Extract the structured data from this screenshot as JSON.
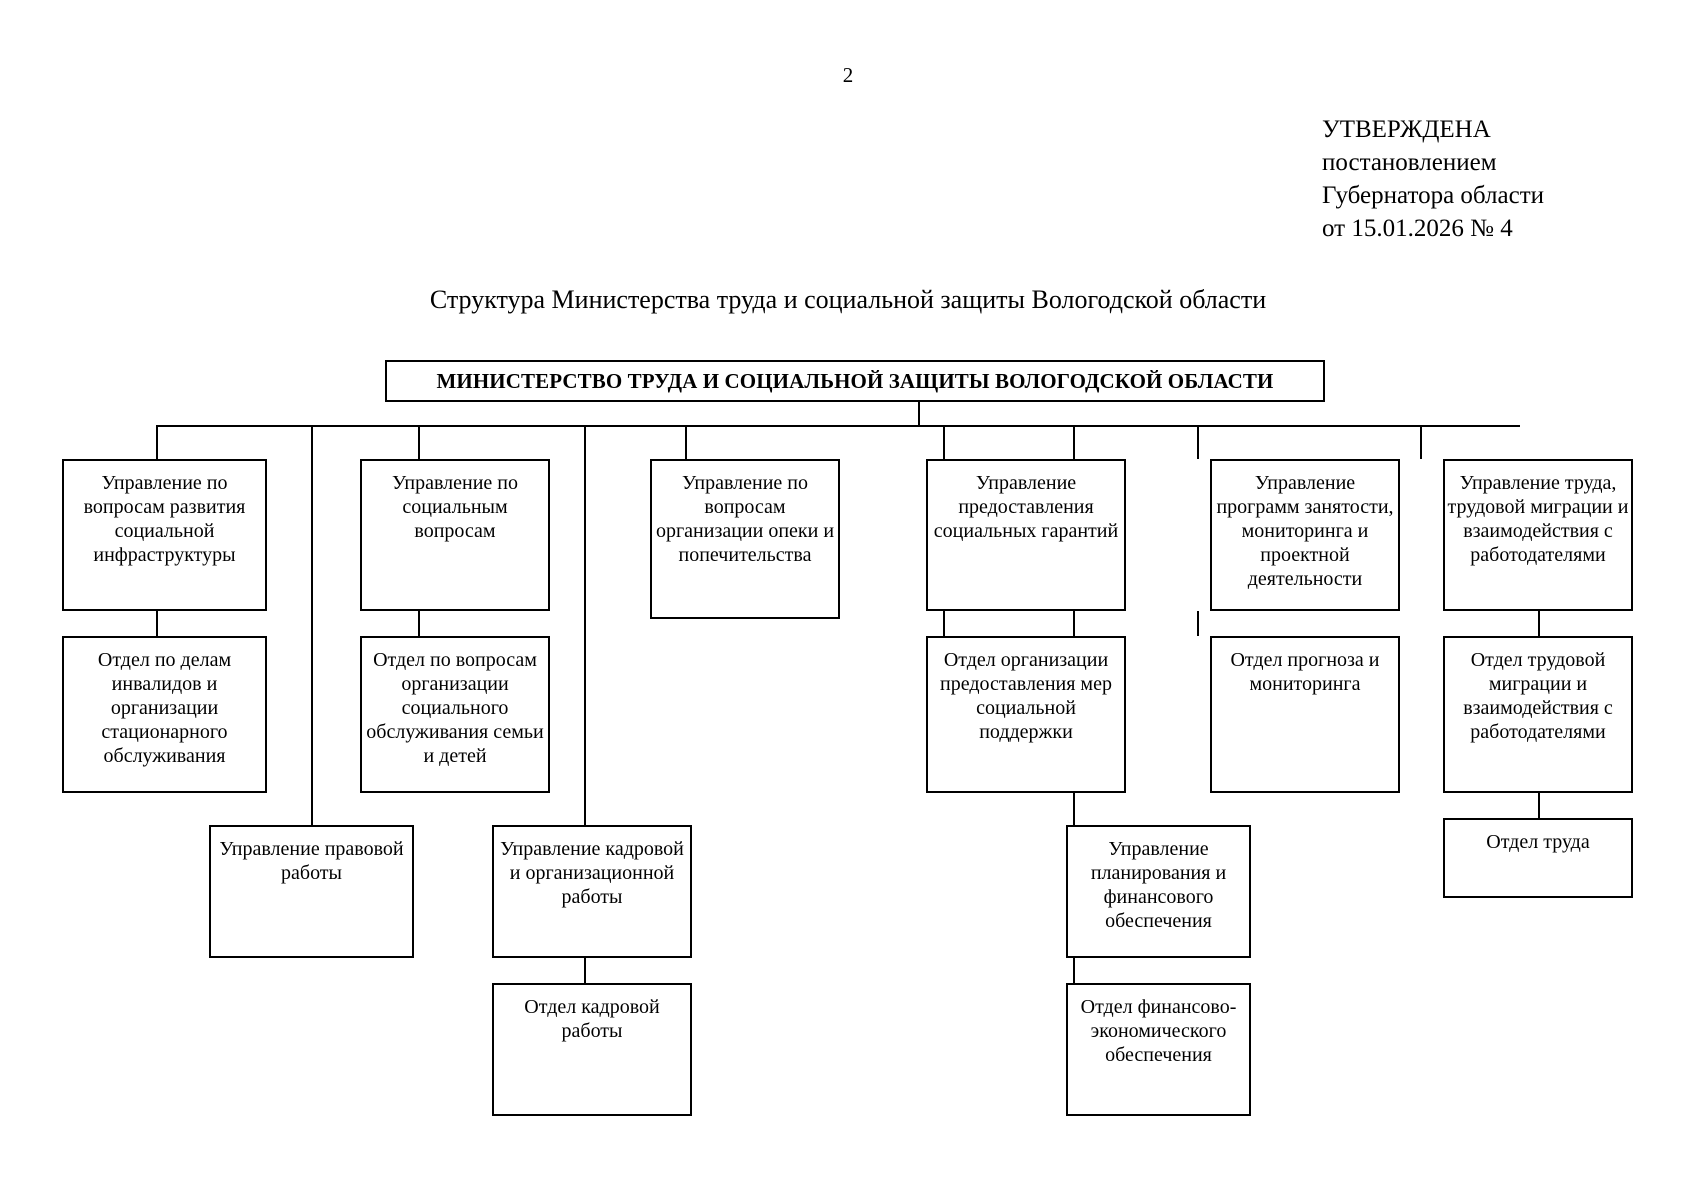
{
  "page": {
    "number": "2"
  },
  "approval": {
    "lines": [
      "УТВЕРЖДЕНА",
      "постановлением",
      "Губернатора области",
      "от 15.01.2026 № 4"
    ]
  },
  "title": "Структура Министерства труда и социальной защиты Вологодской области",
  "chart_data": {
    "type": "diagram",
    "title": "Структура Министерства труда и социальной защиты Вологодской области",
    "root": {
      "label": "МИНИСТЕРСТВО ТРУДА И СОЦИАЛЬНОЙ ЗАЩИТЫ ВОЛОГОДСКОЙ ОБЛАСТИ"
    },
    "columns": [
      {
        "id": "col-1",
        "nodes": [
          "Управление по вопросам развития социальной инфраструктуры",
          "Отдел по делам инвалидов и организации стационарного обслуживания"
        ]
      },
      {
        "id": "col-2",
        "nodes": [
          "Управление правовой работы"
        ]
      },
      {
        "id": "col-3",
        "nodes": [
          "Управление по социальным вопросам",
          "Отдел по вопросам организации социального обслуживания семьи и детей"
        ]
      },
      {
        "id": "col-4",
        "nodes": [
          "Управление кадровой и организационной работы",
          "Отдел кадровой работы"
        ]
      },
      {
        "id": "col-5",
        "nodes": [
          "Управление по вопросам организации опеки и попечительства"
        ]
      },
      {
        "id": "col-6",
        "nodes": [
          "Управление предоставления социальных гарантий",
          "Отдел организации предоставления мер социальной поддержки"
        ]
      },
      {
        "id": "col-7",
        "nodes": [
          "Управление планирования и финансового обеспечения",
          "Отдел финансово-экономического обеспечения"
        ]
      },
      {
        "id": "col-8",
        "nodes": [
          "Управление программ занятости, мониторинга и проектной деятельности",
          "Отдел прогноза и мониторинга"
        ]
      },
      {
        "id": "col-9",
        "nodes": [
          "Управление труда, трудовой миграции и взаимодействия с работодателями",
          "Отдел трудовой миграции и взаимодействия с работодателями",
          "Отдел труда"
        ]
      }
    ],
    "nodes": {
      "root": "МИНИСТЕРСТВО ТРУДА И СОЦИАЛЬНОЙ ЗАЩИТЫ ВОЛОГОДСКОЙ ОБЛАСТИ",
      "n1": "Управление по вопросам развития социальной инфраструктуры",
      "n2": "Отдел по делам инвалидов и организации стационарного обслуживания",
      "n3": "Управление по социальным вопросам",
      "n4": "Отдел по вопросам организации социального обслуживания семьи и детей",
      "n5": "Управление по вопросам организации опеки и попечительства",
      "n6": "Управление предоставления социальных гарантий",
      "n7": "Отдел организации предоставления мер социальной поддержки",
      "n8": "Управление программ занятости, мониторинга и проектной деятельности",
      "n9": "Отдел прогноза и мониторинга",
      "n10": "Управление труда, трудовой миграции и взаимодействия с работодателями",
      "n11": "Отдел трудовой миграции и взаимодействия с работодателями",
      "n12": "Отдел труда",
      "n13": "Управление правовой работы",
      "n14": "Управление кадровой и организационной работы",
      "n15": "Отдел кадровой работы",
      "n16": "Управление планирования и финансового обеспечения",
      "n17": "Отдел финансово-экономического обеспечения"
    }
  }
}
